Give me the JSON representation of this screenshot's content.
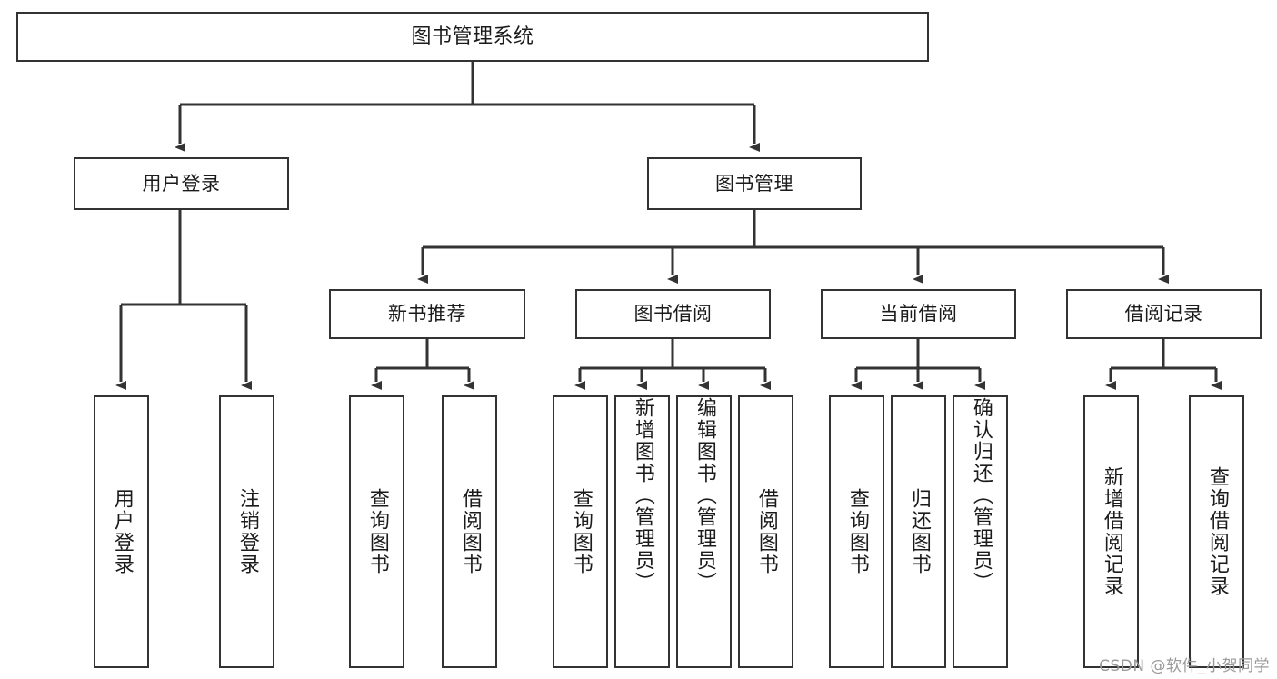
{
  "diagram": {
    "title": "图书管理系统",
    "type": "hierarchy-tree",
    "root": {
      "label": "图书管理系统"
    },
    "level2": [
      {
        "label": "用户登录"
      },
      {
        "label": "图书管理"
      }
    ],
    "level3": [
      {
        "label": "新书推荐"
      },
      {
        "label": "图书借阅"
      },
      {
        "label": "当前借阅"
      },
      {
        "label": "借阅记录"
      }
    ],
    "leaves": {
      "user_login": [
        {
          "label": "用户登录"
        },
        {
          "label": "注销登录"
        }
      ],
      "new_book_recommend": [
        {
          "label": "查询图书"
        },
        {
          "label": "借阅图书"
        }
      ],
      "book_borrow": [
        {
          "label": "查询图书"
        },
        {
          "label": "新增图书（管理员）"
        },
        {
          "label": "编辑图书（管理员）"
        },
        {
          "label": "借阅图书"
        }
      ],
      "current_borrow": [
        {
          "label": "查询图书"
        },
        {
          "label": "归还图书"
        },
        {
          "label": "确认归还（管理员）"
        }
      ],
      "borrow_record": [
        {
          "label": "新增借阅记录"
        },
        {
          "label": "查询借阅记录"
        }
      ]
    }
  },
  "watermark": {
    "text": "CSDN @软件_小贺同学"
  },
  "colors": {
    "box_border": "#333333",
    "box_fill": "#ffffff",
    "text": "#1b1b1b",
    "connector": "#333333",
    "watermark": "#9a9a9a"
  }
}
